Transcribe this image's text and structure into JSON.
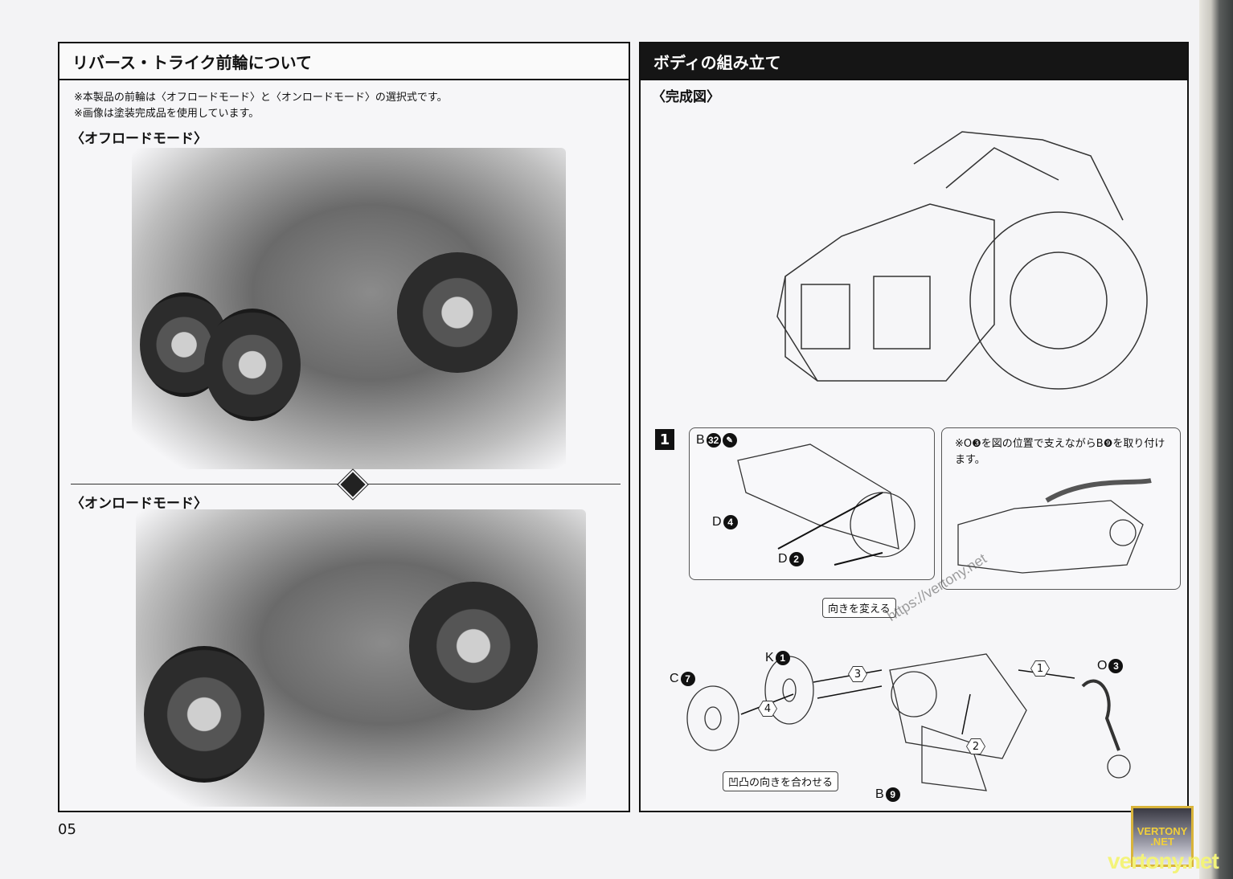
{
  "page": {
    "number": "05"
  },
  "left_panel": {
    "title": "リバース・トライク前輪について",
    "notes": [
      "※本製品の前輪は〈オフロードモード〉と〈オンロードモード〉の選択式です。",
      "※画像は塗装完成品を使用しています。"
    ],
    "sections": [
      {
        "heading": "〈オフロードモード〉",
        "image": "off-road-mode-photo"
      },
      {
        "heading": "〈オンロードモード〉",
        "image": "on-road-mode-photo"
      }
    ],
    "divider_icon": "mode-switch-diamond-icon"
  },
  "right_panel": {
    "title": "ボディの組み立て",
    "completed_heading": "〈完成図〉",
    "step": {
      "number": "1",
      "subassembly": {
        "parts": [
          {
            "letter": "B",
            "number": "32",
            "icon": "cement-required-icon"
          },
          {
            "letter": "D",
            "number": "4"
          },
          {
            "letter": "D",
            "number": "2"
          }
        ]
      },
      "note": "※O❸を図の位置で支えながらB❾を取り付けます。",
      "tags": {
        "change_direction": "向きを変える",
        "align_notches": "凹凸の向きを合わせる"
      },
      "parts": [
        {
          "letter": "K",
          "number": "1"
        },
        {
          "letter": "C",
          "number": "7"
        },
        {
          "letter": "O",
          "number": "3"
        },
        {
          "letter": "B",
          "number": "9"
        }
      ],
      "sequence": [
        "1",
        "2",
        "3",
        "4"
      ]
    }
  },
  "watermark": {
    "logo_line1": "VERTONY",
    "logo_line2": ".NET",
    "text": "vertony.net",
    "diagonal": "https://vertony.net"
  }
}
